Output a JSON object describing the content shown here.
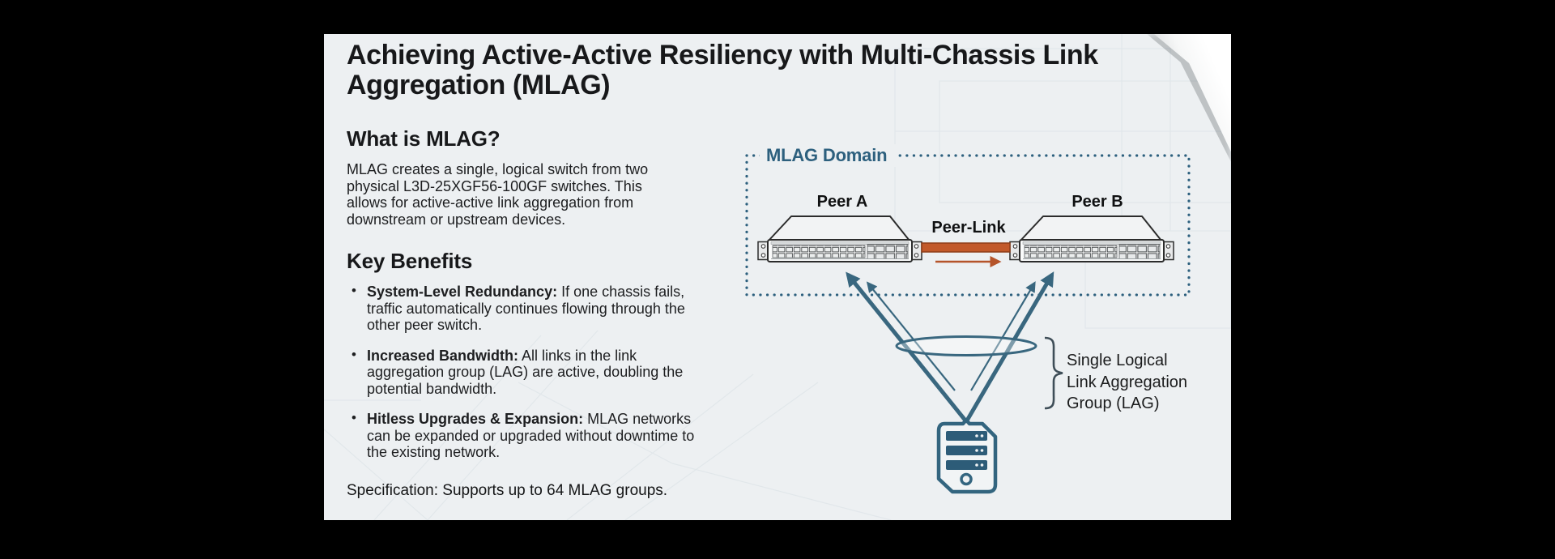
{
  "colors": {
    "page_bg": "#edf0f2",
    "canvas_bg": "#000000",
    "text_dark": "#17181a",
    "teal": "#2d607e",
    "teal_line": "#39677f",
    "orange": "#c2592a",
    "orange_dark": "#8e3e19",
    "brace": "#3f4e58"
  },
  "header": {
    "title": "Achieving Active-Active Resiliency with Multi-Chassis Link Aggregation (MLAG)"
  },
  "what_is": {
    "heading": "What is MLAG?",
    "body": "MLAG creates a single, logical switch from two physical L3D-25XGF56-100GF switches. This allows for active-active link aggregation from downstream or upstream devices."
  },
  "benefits": {
    "heading": "Key Benefits",
    "bullet_char": "•",
    "items": [
      {
        "label": "System-Level Redundancy:",
        "text": "If one chassis fails, traffic automatically continues flowing through the other peer switch."
      },
      {
        "label": "Increased Bandwidth:",
        "text": "All links in the link aggregation group (LAG) are active, doubling the potential bandwidth."
      },
      {
        "label": "Hitless Upgrades & Expansion:",
        "text": "MLAG networks can be expanded or upgraded without downtime to the existing network."
      }
    ]
  },
  "specification": "Specification: Supports up to 64 MLAG groups.",
  "diagram": {
    "domain_label": "MLAG Domain",
    "peer_a_label": "Peer A",
    "peer_b_label": "Peer B",
    "peer_link_label": "Peer-Link",
    "lag_label_lines": [
      "Single Logical",
      "Link Aggregation",
      "Group (LAG)"
    ],
    "icons": {
      "peer_a": "network-switch-icon",
      "peer_b": "network-switch-icon",
      "peer_link": "orange-link-bar",
      "uplinks": "double-arrow-up",
      "lag_group": "oval-grouping-icon",
      "brace": "curly-brace-icon",
      "server": "server-icon"
    }
  }
}
